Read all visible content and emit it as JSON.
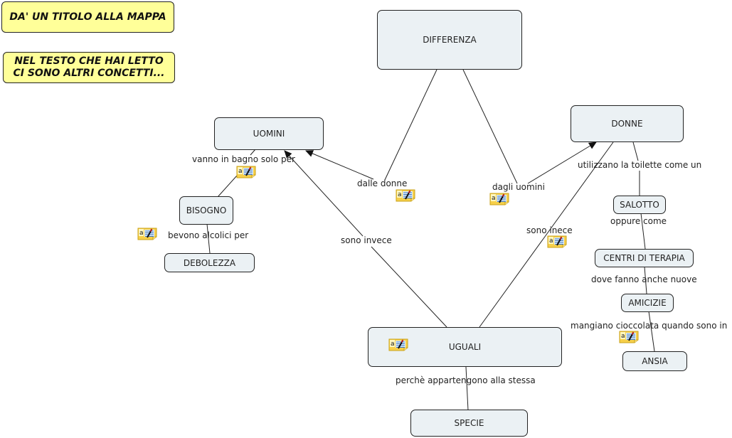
{
  "notes": [
    {
      "id": "title-note",
      "text": "DA' UN TITOLO ALLA MAPPA"
    },
    {
      "id": "concepts-note",
      "text": "NEL TESTO CHE HAI LETTO CI SONO ALTRI CONCETTI..."
    }
  ],
  "concepts": {
    "differenza": "DIFFERENZA",
    "uomini": "UOMINI",
    "donne": "DONNE",
    "bisogno": "BISOGNO",
    "debolezza": "DEBOLEZZA",
    "uguali": "UGUALI",
    "specie": "SPECIE",
    "salotto": "SALOTTO",
    "centri": "CENTRI DI TERAPIA",
    "amicizie": "AMICIZIE",
    "ansia": "ANSIA"
  },
  "linking_phrases": {
    "vanno": "vanno in bagno solo per",
    "bevono": "bevono alcolici per",
    "dalle_donne": "dalle donne",
    "dagli_uomini": "dagli uomini",
    "sono_invece": "sono invece",
    "sono_inece": "sono inece",
    "utilizzano": "utilizzano la toilette come un",
    "oppure": "oppure come",
    "dove": "dove fanno anche nuove",
    "mangiano": "mangiano cioccolata quando sono in",
    "perche": "perchè appartengono alla stessa"
  },
  "colors": {
    "concept_fill": "#ebf1f4",
    "note_fill": "#ffff99",
    "line": "#222222",
    "resource_icon": "#f7d04a"
  }
}
